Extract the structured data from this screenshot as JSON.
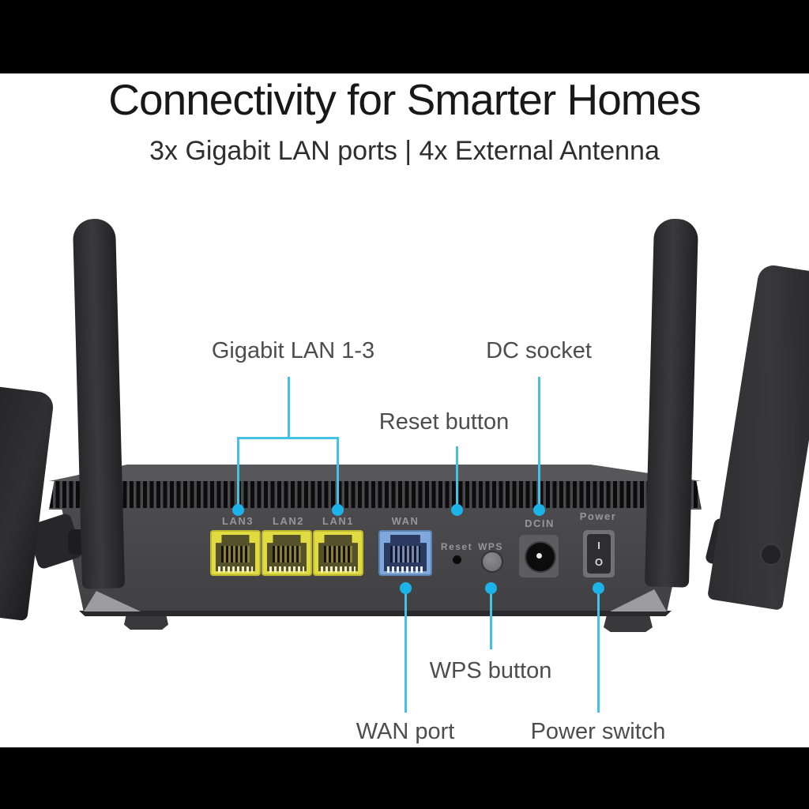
{
  "header": {
    "title": "Connectivity for Smarter Homes",
    "subtitle": "3x Gigabit LAN ports | 4x External Antenna"
  },
  "callouts": {
    "gigabit_lan": "Gigabit LAN 1-3",
    "dc_socket": "DC socket",
    "reset_button": "Reset button",
    "wps_button": "WPS button",
    "wan_port": "WAN port",
    "power_switch": "Power switch"
  },
  "router": {
    "port_labels": {
      "lan3": "LAN3",
      "lan2": "LAN2",
      "lan1": "LAN1",
      "wan": "WAN",
      "reset": "Reset",
      "wps": "WPS",
      "dcin": "DCIN",
      "power": "Power"
    },
    "power_switch_marks": {
      "on": "I",
      "off": "O"
    }
  },
  "colors": {
    "accent_cyan_dot": "#1cb4e8",
    "accent_cyan_line": "#45c1e8",
    "lan_port_yellow": "#e0db41",
    "wan_port_blue": "#7fa9dc",
    "router_body_gray": "#48484a",
    "background": "#ffffff",
    "letterbox": "#000000"
  }
}
